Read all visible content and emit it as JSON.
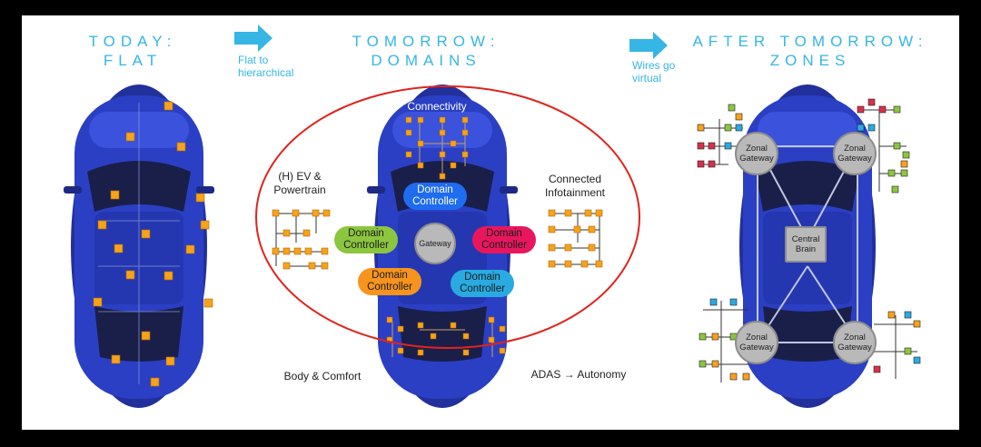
{
  "stages": {
    "today": {
      "line1": "TODAY:",
      "line2": "FLAT"
    },
    "tomorrow": {
      "line1": "TOMORROW:",
      "line2": "DOMAINS"
    },
    "after": {
      "line1": "AFTER TOMORROW:",
      "line2": "ZONES"
    }
  },
  "transitions": {
    "first": {
      "line1": "Flat to",
      "line2": "hierarchical"
    },
    "second": {
      "line1": "Wires go",
      "line2": "virtual"
    }
  },
  "domains": {
    "connectivity": "Connectivity",
    "ev": {
      "line1": "(H) EV &",
      "line2": "Powertrain"
    },
    "infotainment": {
      "line1": "Connected",
      "line2": "Infotainment"
    },
    "body": "Body & Comfort",
    "adas": "ADAS → Autonomy",
    "gateway": "Gateway",
    "controllers": [
      {
        "line1": "Domain",
        "line2": "Controller",
        "color": "#1e6cf0"
      },
      {
        "line1": "Domain",
        "line2": "Controller",
        "color": "#8cc63f"
      },
      {
        "line1": "Domain",
        "line2": "Controller",
        "color": "#e8175d"
      },
      {
        "line1": "Domain",
        "line2": "Controller",
        "color": "#f7941d"
      },
      {
        "line1": "Domain",
        "line2": "Controller",
        "color": "#29abe2"
      }
    ]
  },
  "zones": {
    "gateway": {
      "line1": "Zonal",
      "line2": "Gateway"
    },
    "brain": {
      "line1": "Central",
      "line2": "Brain"
    }
  },
  "colors": {
    "accent": "#35b6e4",
    "car_body": "#2b3fc4",
    "node": "#f7a21b",
    "outline": "#e0231c"
  }
}
